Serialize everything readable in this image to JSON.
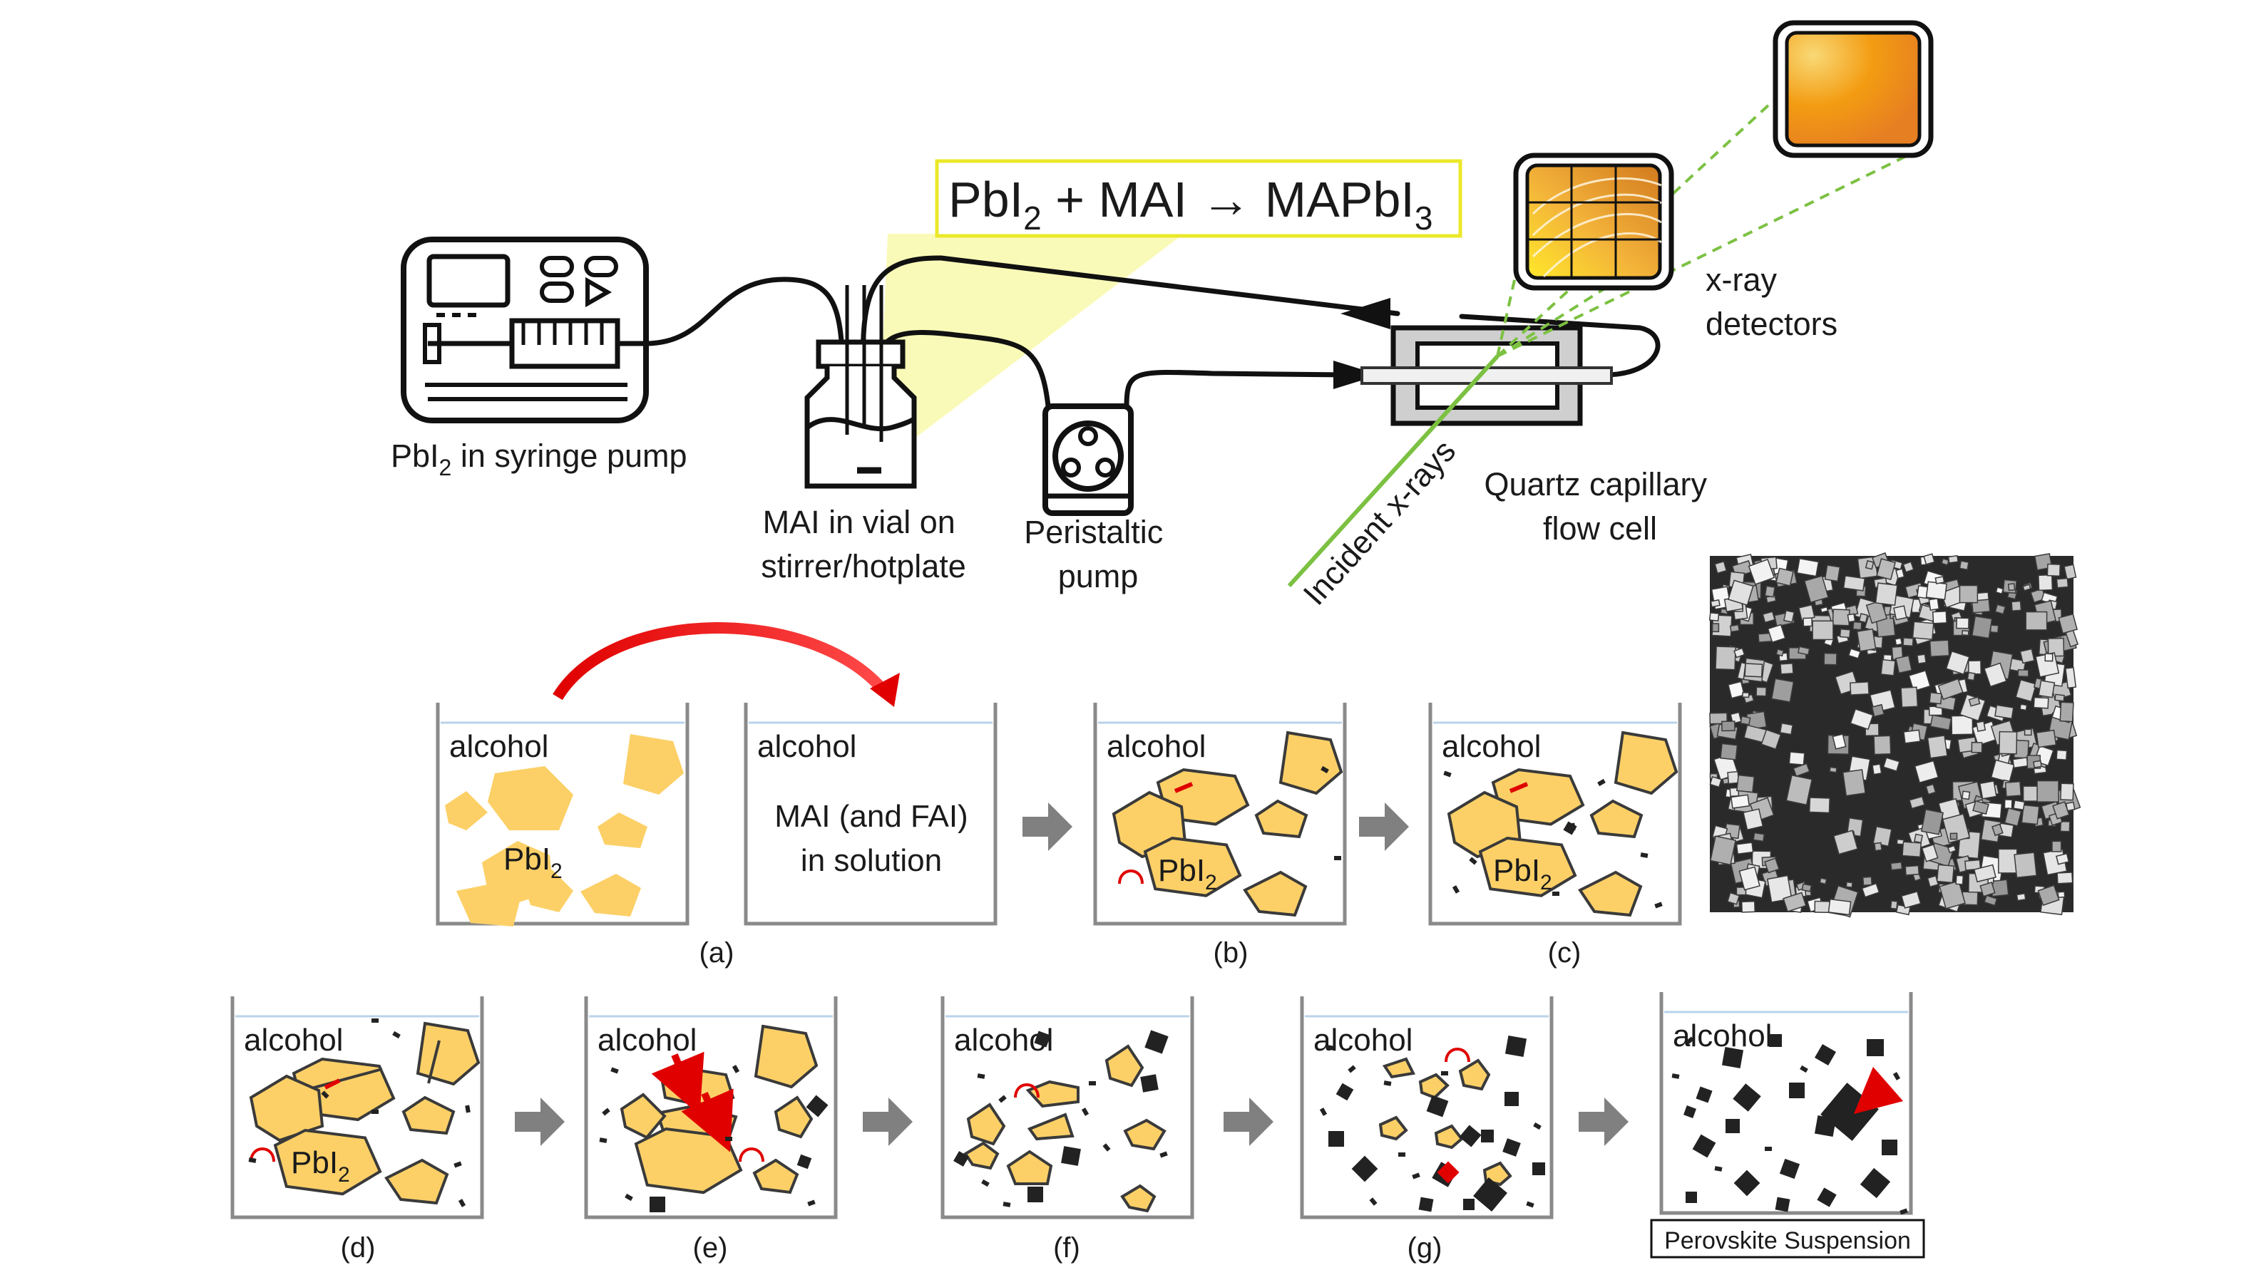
{
  "top": {
    "equation": {
      "part1": "PbI",
      "sub1": "2",
      "part2": " + MAI  → MAPbI",
      "sub2": "3"
    },
    "syringe_label": {
      "pre": "PbI",
      "sub": "2",
      "post": " in syringe pump"
    },
    "vial_label": [
      "MAI in vial on",
      "stirrer/hotplate"
    ],
    "pump_label": [
      "Peristaltic",
      "pump"
    ],
    "flowcell_label": [
      "Quartz capillary",
      "flow cell"
    ],
    "detectors_label": [
      "x-ray",
      "detectors"
    ],
    "incident_label": "Incident x-rays"
  },
  "beakers": {
    "solvent": "alcohol",
    "solution_text": [
      "MAI (and FAI)",
      "in solution"
    ],
    "pbi2": {
      "pre": "PbI",
      "sub": "2"
    },
    "captions": [
      "(a)",
      "(b)",
      "(c)",
      "(d)",
      "(e)",
      "(f)",
      "(g)"
    ],
    "final_label": "Perovskite Suspension"
  },
  "colors": {
    "crystal_fill": "#fcd067",
    "crystal_stroke": "#3a3a3a",
    "perovskite": "#222222",
    "reaction_arrow": "#e00000",
    "process_arrow": "#808080",
    "beam": "#7cc142",
    "highlight_box": "#ebe82a",
    "highlight_cone": "#fafab0"
  },
  "icons": [
    "syringe-pump-icon",
    "vial-icon",
    "peristaltic-pump-icon",
    "flow-cell-icon",
    "detector-icon",
    "sem-image"
  ]
}
